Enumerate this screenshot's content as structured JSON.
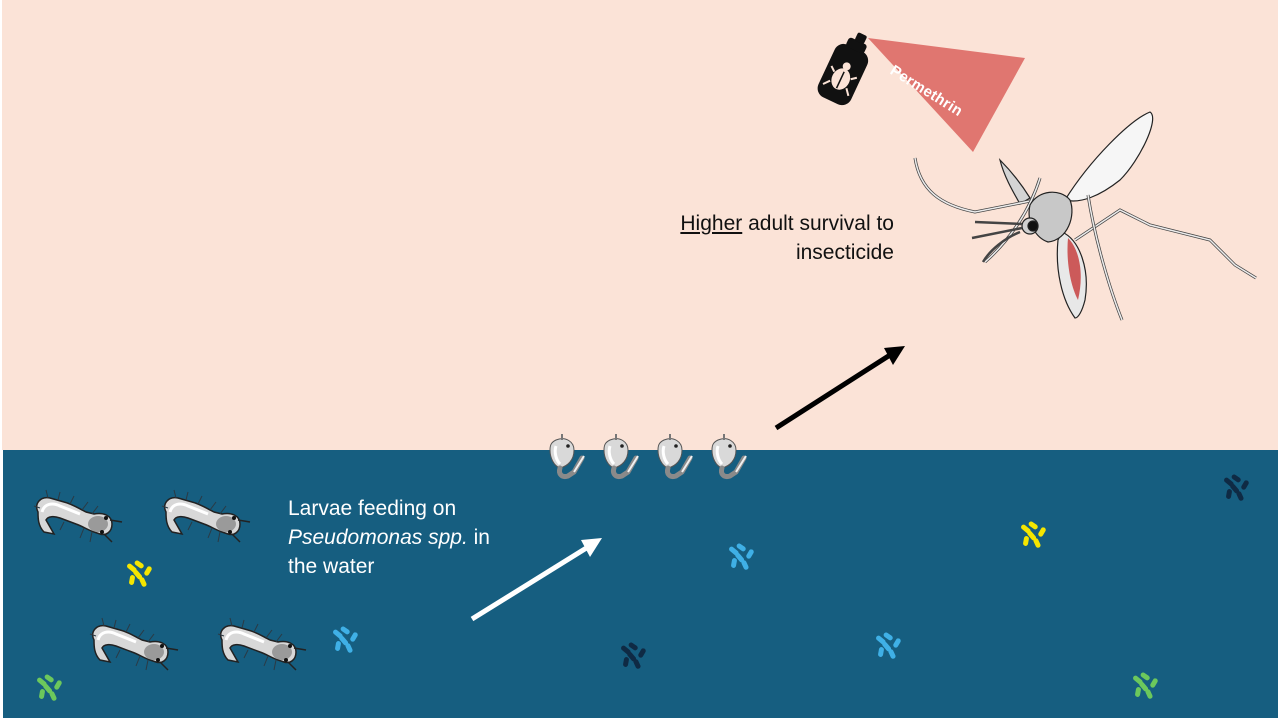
{
  "scene": {
    "air_color": "#fbe3d7",
    "water_color": "#165e80"
  },
  "spray": {
    "label": "Permethrin",
    "cone_color": "#e07670",
    "can_color": "#111111",
    "can_icon": "beetle-icon"
  },
  "adult": {
    "label_emphasis": "Higher",
    "label_rest_line1": " adult survival to",
    "label_line2": "insecticide",
    "abdomen_color": "#cc5a5a"
  },
  "larvae_text": {
    "line1": "Larvae feeding on",
    "italic": "Pseudomonas spp.",
    "after_italic": " in",
    "line3": "the water"
  },
  "arrows": {
    "water_arrow_color": "#ffffff",
    "air_arrow_color": "#000000"
  },
  "bacteria_colors": {
    "yellow": "#f5e600",
    "light_blue": "#3fb0e6",
    "dark_navy": "#0f2a44",
    "green": "#6cc85c"
  }
}
